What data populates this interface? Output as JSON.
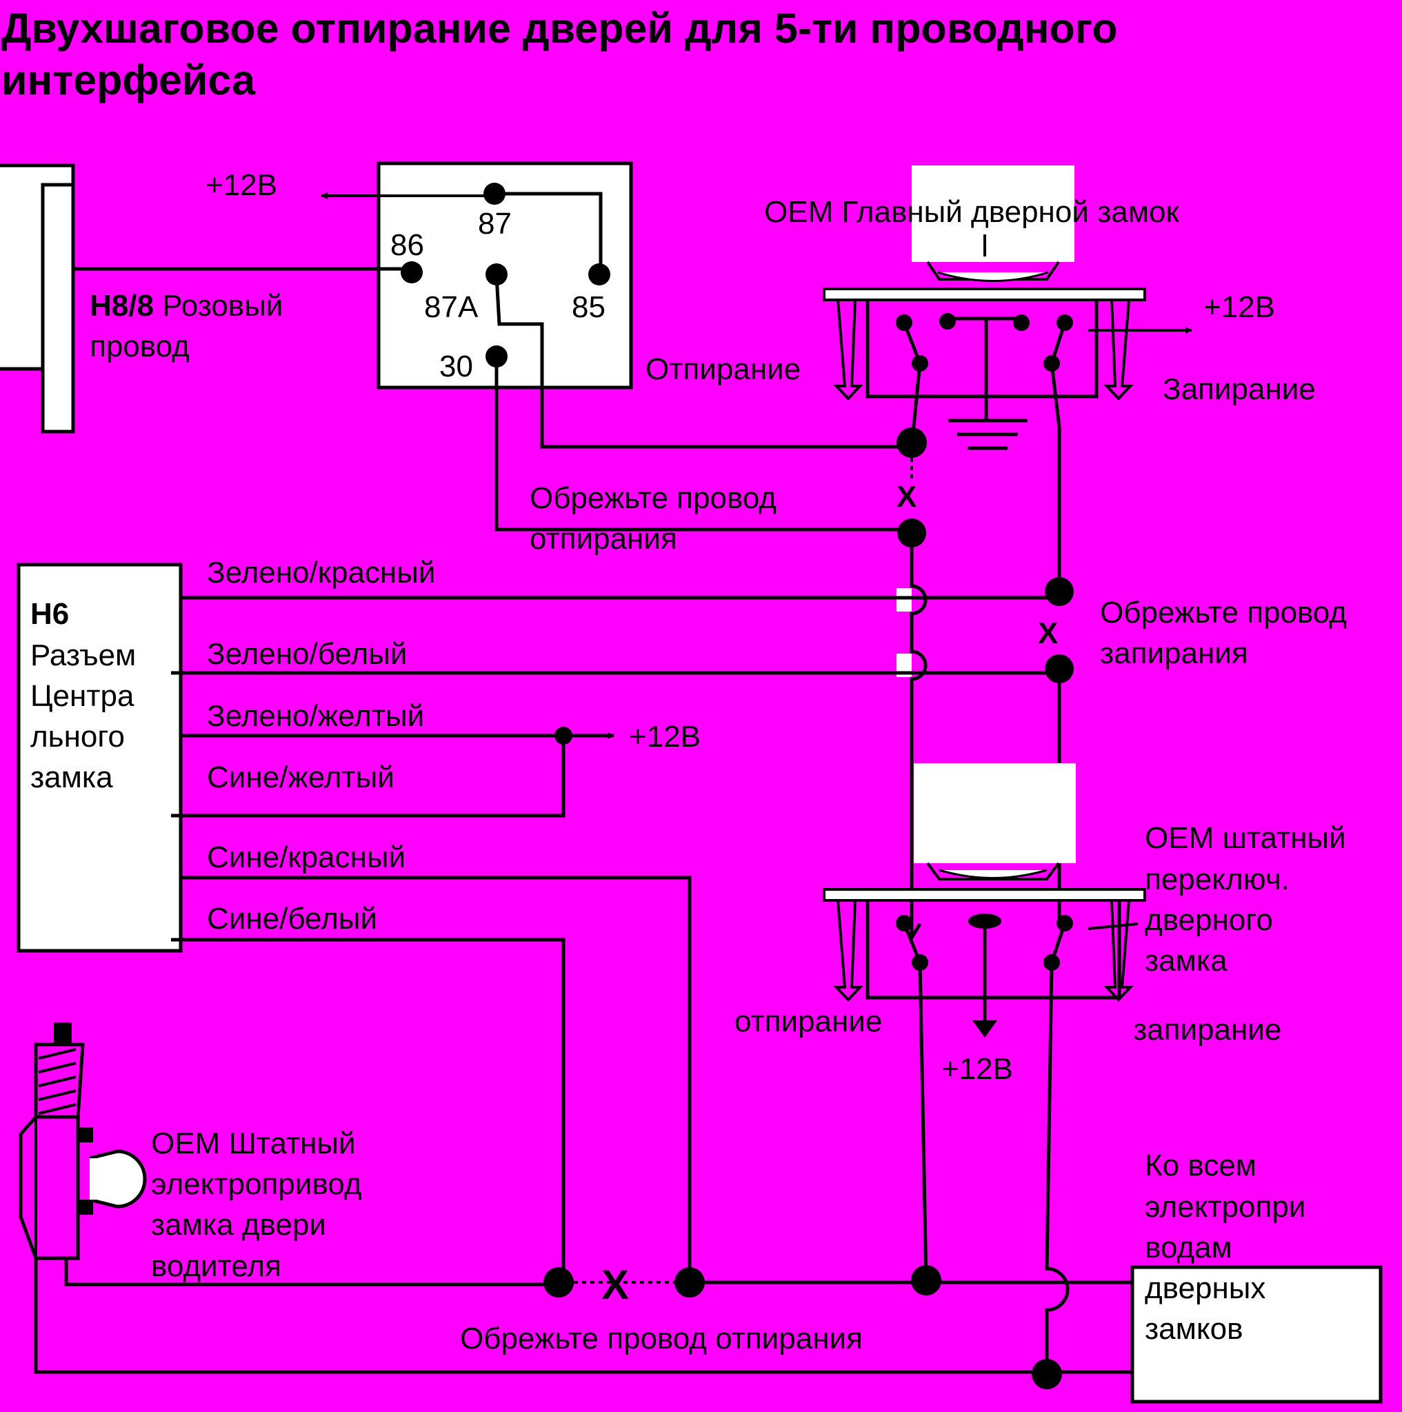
{
  "title": {
    "line1": "Двухшаговое отпирание дверей для 5-ти проводного",
    "line2": "интерфейса"
  },
  "relay": {
    "pin_87": "87",
    "pin_86": "86",
    "pin_87a": "87A",
    "pin_85": "85",
    "pin_30": "30",
    "plus12_top": "+12В"
  },
  "h8": {
    "code": "H8/8",
    "color": "Розовый",
    "line2": "провод"
  },
  "oem_main_lock": {
    "title": "OEM Главный дверной замок",
    "unlock_label": "Отпирание",
    "lock_label": "Запирание",
    "plus12": "+12В"
  },
  "cuts": {
    "cut_unlock_1_line1": "Обрежьте провод",
    "cut_unlock_1_line2": "отпирания",
    "cut_lock_line1": "Обрежьте провод",
    "cut_lock_line2": "запирания",
    "cut_unlock_bottom": "Обрежьте провод отпирания"
  },
  "h6": {
    "code": "H6",
    "line1": "Разъем",
    "line2": "Центра",
    "line3": "льного",
    "line4": "замка"
  },
  "wires": {
    "green_red": "Зелено/красный",
    "green_white": "Зелено/белый",
    "green_yellow": "Зелено/желтый",
    "blue_yellow": "Сине/желтый",
    "blue_red": "Сине/красный",
    "blue_white": "Сине/белый",
    "plus12_mid": "+12В"
  },
  "oem_switch": {
    "line1": "OEM штатный",
    "line2": "переключ.",
    "line3": "дверного",
    "line4": "замка",
    "unlock_label": "отпирание",
    "lock_label": "запирание",
    "plus12": "+12В"
  },
  "driver_actuator": {
    "line1": "OEM Штатный",
    "line2": "электропривод",
    "line3": "замка двери",
    "line4": "водителя"
  },
  "all_actuators": {
    "line1": "Ко всем",
    "line2": "электропри",
    "line3": "водам",
    "line4": "дверных",
    "line5": "замков"
  },
  "cut_mark": "X",
  "colors": {
    "background": "#ff00ff",
    "wire": "#000000",
    "box_fill": "#ffffff"
  }
}
